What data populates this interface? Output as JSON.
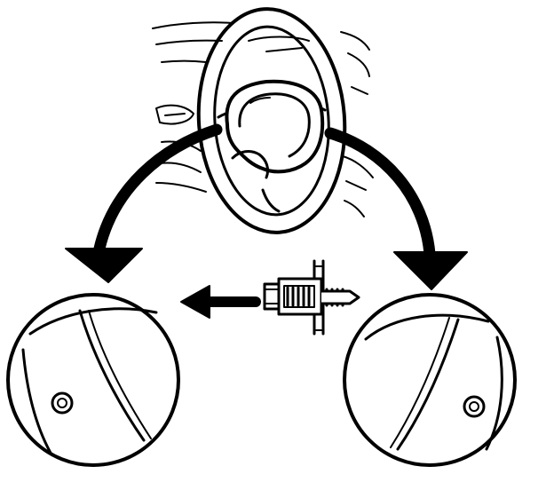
{
  "diagram": {
    "line_color": "#000000",
    "fill_color": "#ffffff",
    "components": [
      "steering-wheel",
      "airbag-module",
      "torx-screw",
      "left-detail-view",
      "right-detail-view"
    ]
  }
}
